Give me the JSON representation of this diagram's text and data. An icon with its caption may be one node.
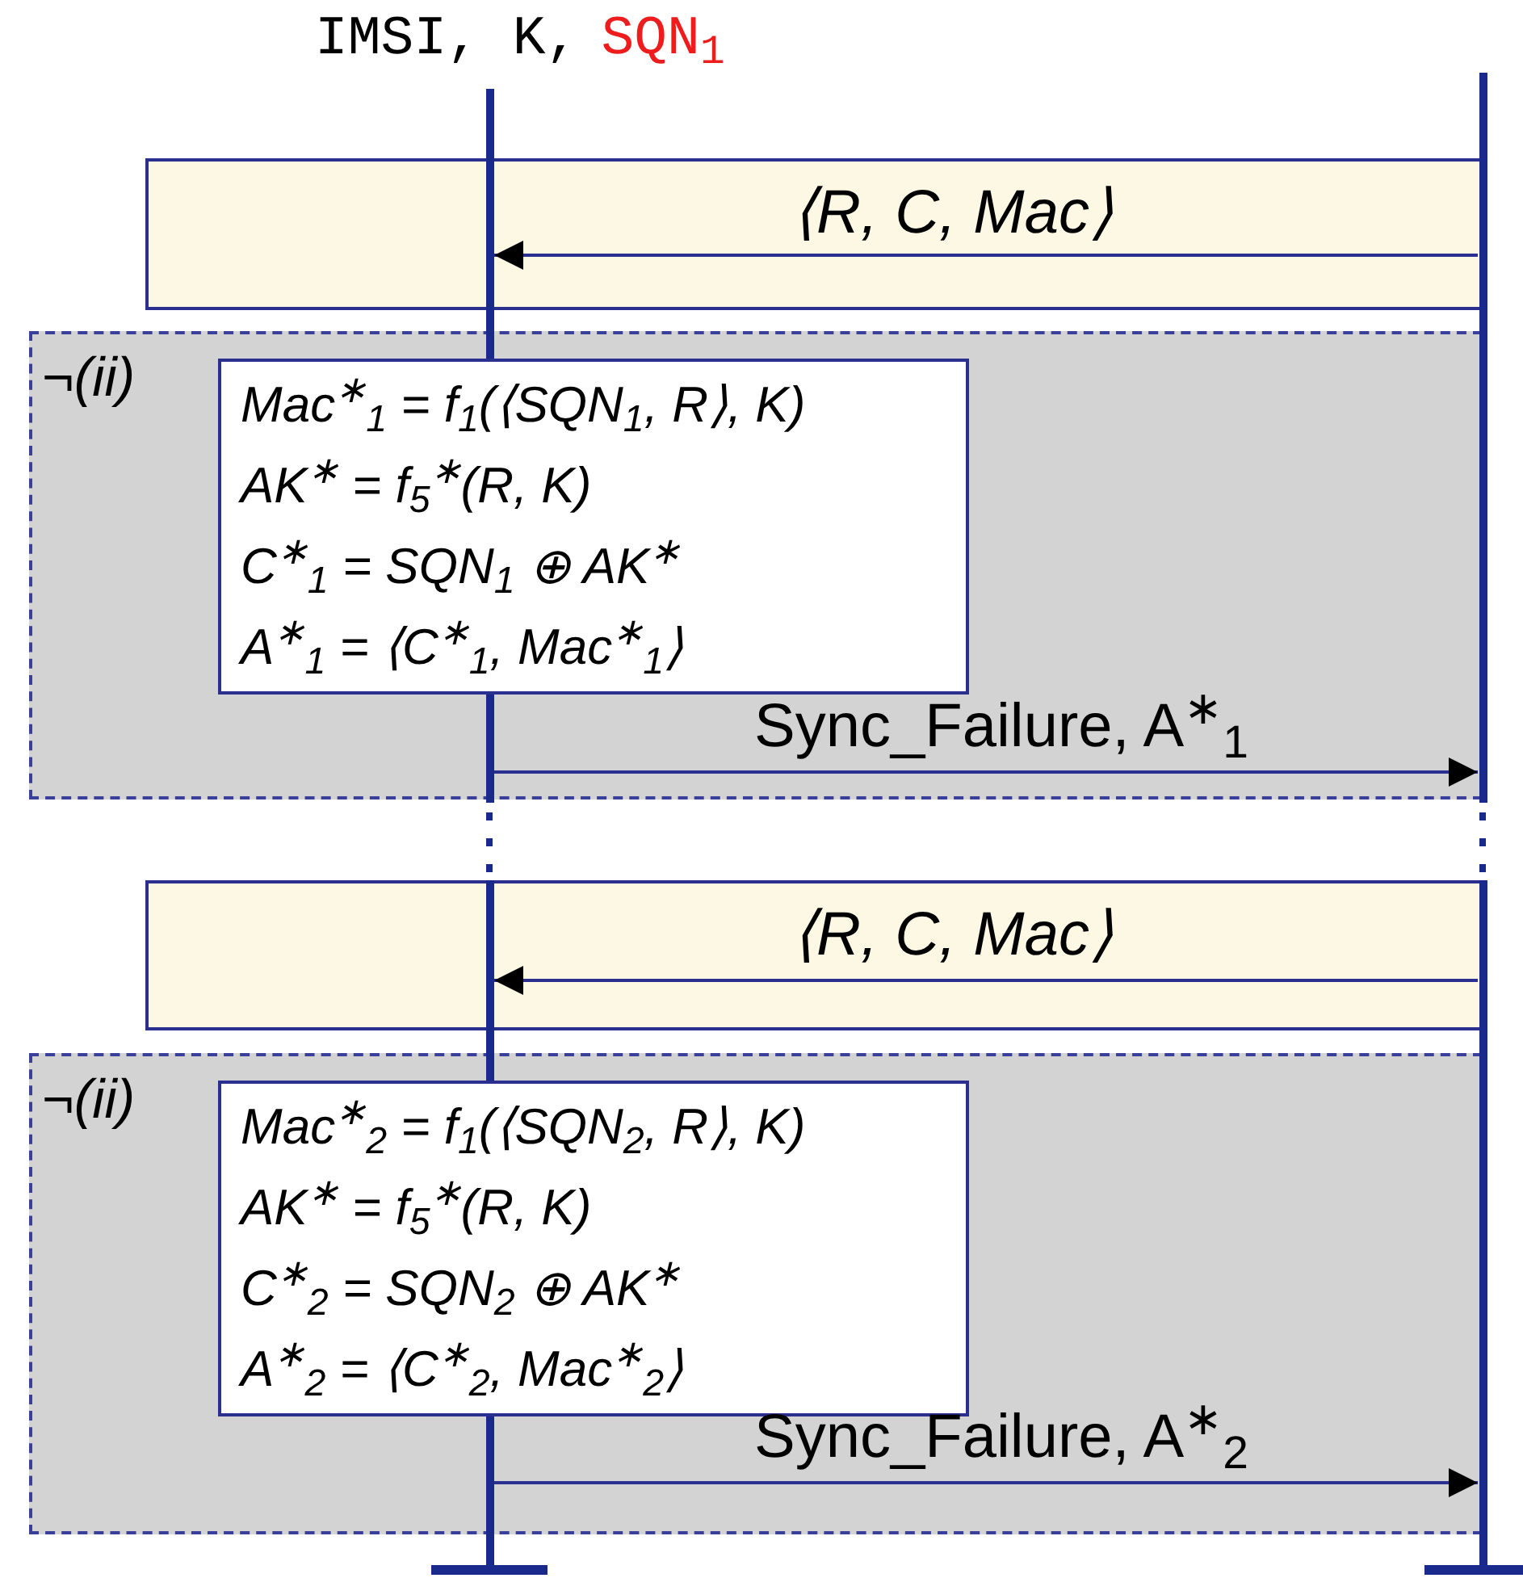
{
  "diagram": {
    "nodes": [
      {
        "text": [],
        "shape": "bar"
      },
      {
        "text": [],
        "shape": "bar"
      },
      {
        "text": [
          "¬(ii)"
        ]
      },
      {
        "text": [
          "Mac$^{∗}$$_{1}$ = f$_{1}$(⟨SQN$_{1}$, R⟩, K)",
          "AK$^{∗}$ = f$_{5}$$^{∗}$(R, K)",
          "C$^{∗}$$_{1}$ = SQN$_{1}$ ⊕ AK$^{∗}$",
          "A$^{∗}$$_{1}$ = ⟨C$^{∗}$$_{1}$, Mac$^{∗}$$_{1}$⟩"
        ],
        "in": 2
      },
      {
        "text": [
          "¬(ii)"
        ]
      },
      {
        "text": [
          "Mac$^{∗}$$_{2}$ = f$_{1}$(⟨SQN$_{2}$, R⟩, K)",
          "AK$^{∗}$ = f$_{5}$$^{∗}$(R, K)",
          "C$^{∗}$$_{2}$ = SQN$_{2}$ ⊕ AK$^{∗}$",
          "A$^{∗}$$_{2}$ = ⟨C$^{∗}$$_{2}$, Mac$^{∗}$$_{2}$⟩"
        ],
        "in": 4
      }
    ],
    "edges": [
      {
        "from": 1,
        "to": 0,
        "arrow": "to",
        "label": "⟨R, C, Mac⟩"
      },
      {
        "from": 0,
        "to": 1,
        "arrow": "to",
        "label": "Sync_Failure, A$^{∗}$$_{1}$"
      },
      {
        "from": 1,
        "to": 0,
        "arrow": "to",
        "label": "⟨R, C, Mac⟩"
      },
      {
        "from": 0,
        "to": 1,
        "arrow": "to",
        "label": "Sync_Failure, A$^{∗}$$_{2}$"
      }
    ],
    "labels": [
      "IMSI, K,",
      "SQN$_{1}$"
    ]
  }
}
